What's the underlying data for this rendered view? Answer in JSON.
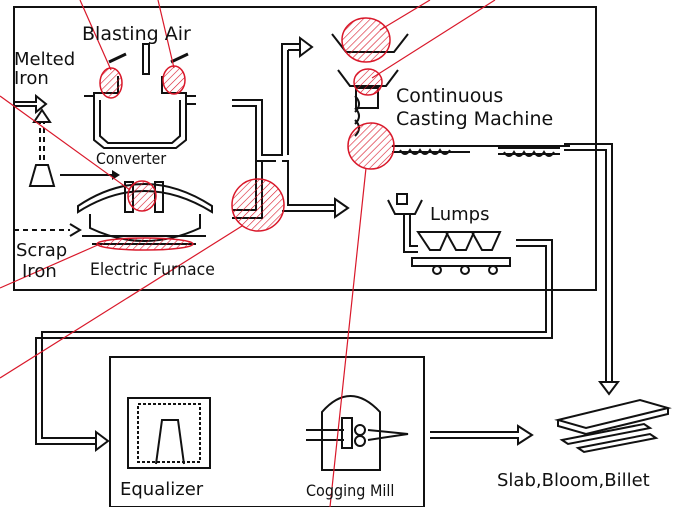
{
  "labels": {
    "blasting_air": "Blasting Air",
    "melted_iron_1": "Melted",
    "melted_iron_2": "Iron",
    "converter": "Converter",
    "continuous_1": "Continuous",
    "continuous_2": "Casting Machine",
    "lumps": "Lumps",
    "scrap_1": "Scrap",
    "scrap_2": "Iron",
    "electric_furnace": "Electric Furnace",
    "equalizer": "Equalizer",
    "cogging_mill": "Cogging Mill",
    "products": "Slab,Bloom,Billet"
  },
  "colors": {
    "highlight": "#d9182a",
    "line": "#111111",
    "background": "#ffffff"
  }
}
